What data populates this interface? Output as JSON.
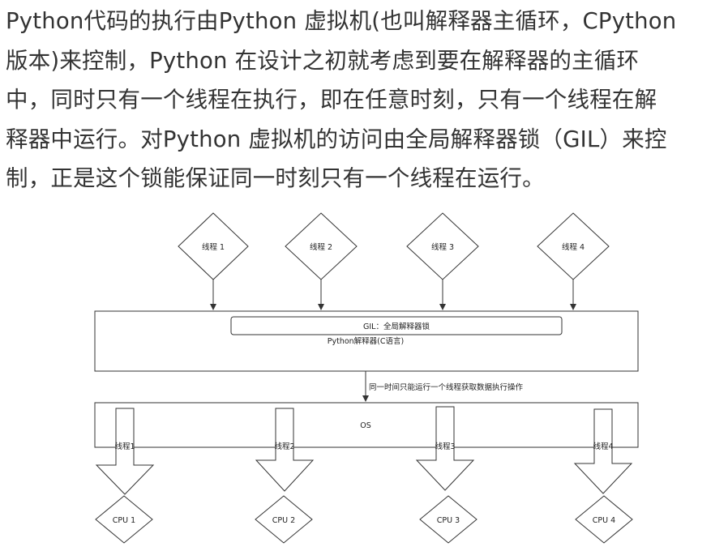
{
  "paragraph": {
    "lines": [
      "Python代码的执行由Python 虚拟机(也叫解释器主循环，CPython",
      "版本)来控制，Python 在设计之初就考虑到要在解释器的主循环",
      "中，同时只有一个线程在执行，即在任意时刻，只有一个线程在解",
      "释器中运行。对Python 虚拟机的访问由全局解释器锁（GIL）来控",
      "制，正是这个锁能保证同一时刻只有一个线程在运行。"
    ]
  },
  "diagram": {
    "threads": [
      "线程 1",
      "线程 2",
      "线程 3",
      "线程 4"
    ],
    "gil_label": "GIL：全局解释器锁",
    "interpreter_label": "Python解释器(C语言)",
    "connector_label": "同一时间只能运行一个线程获取数据执行操作",
    "os_label": "OS",
    "os_thread_labels": [
      "线程1",
      "线程2",
      "线程3",
      "线程4"
    ],
    "cpus": [
      "CPU 1",
      "CPU 2",
      "CPU 3",
      "CPU 4"
    ]
  }
}
